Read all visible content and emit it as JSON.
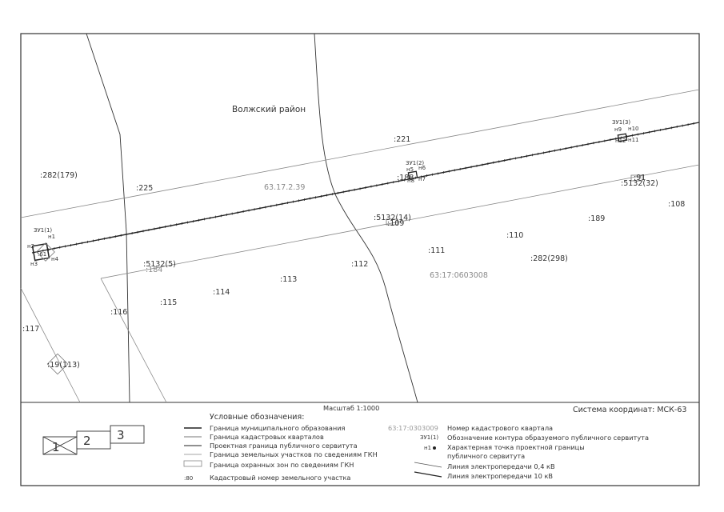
{
  "map": {
    "district_label": "Волжский район",
    "quarters": [
      "63.17.2.39",
      "63:17:0603008"
    ],
    "zones": [
      "ЗУ1(1)",
      "ЗУ1(2)",
      "ЗУ1(3)"
    ],
    "zone_points": [
      {
        "p1": "н1",
        "p2": "н2",
        "p3": "н3",
        "p4": "н4"
      },
      {
        "p1": "н5",
        "p2": "н6",
        "p3": "н7",
        "p4": "н8"
      },
      {
        "p1": "н9",
        "p2": "н10",
        "p3": "н11",
        "p4": "н12"
      }
    ],
    "parcels": {
      "p282_179": ":282(179)",
      "p225": ":225",
      "p221": ":221",
      "p188": ":188",
      "p91": ":91",
      "p5132_32": ":5132(32)",
      "p108": ":108",
      "p189": ":189",
      "p5132_14": ":5132(14)",
      "p110": ":110",
      "p111": ":111",
      "p112": ":112",
      "p282_298": ":282(298)",
      "p5132_5": ":5132(5)",
      "p113": ":113",
      "p114": ":114",
      "p115": ":115",
      "p116": ":116",
      "p117": ":117",
      "p19_113": ":19(113)",
      "p61": ":61",
      "p89": ":89",
      "p109": ":109",
      "p184": ":184"
    }
  },
  "legend": {
    "title": "Условные обозначения:",
    "scale": "Масштаб 1:1000",
    "coord_system": "Система координат: МСК-63",
    "items_left": [
      "Граница муниципального образования",
      "Граница кадастровых кварталов",
      "Проектная граница публичного сервитута",
      "Граница земельных участков по сведениям ГКН",
      "Граница охранных зон по сведениям ГКН",
      "Кадастровый номер земельного участка"
    ],
    "parcel_sample": ":80",
    "quarter_sample": "63:17:0303009",
    "quarter_sample_desc": "Номер кадастрового квартала",
    "zone_sample": "ЗУ1(1)",
    "zone_sample_desc": "Обозначение контура образуемого публичного сервитута",
    "point_sample": "н1",
    "point_desc_1": "Характерная точка проектной границы",
    "point_desc_2": "публичного сервитута",
    "line_04": "Линия электропередачи 0,4 кВ",
    "line_10": "Линия электропередачи 10 кВ",
    "sheets": [
      "1",
      "2",
      "3"
    ]
  }
}
